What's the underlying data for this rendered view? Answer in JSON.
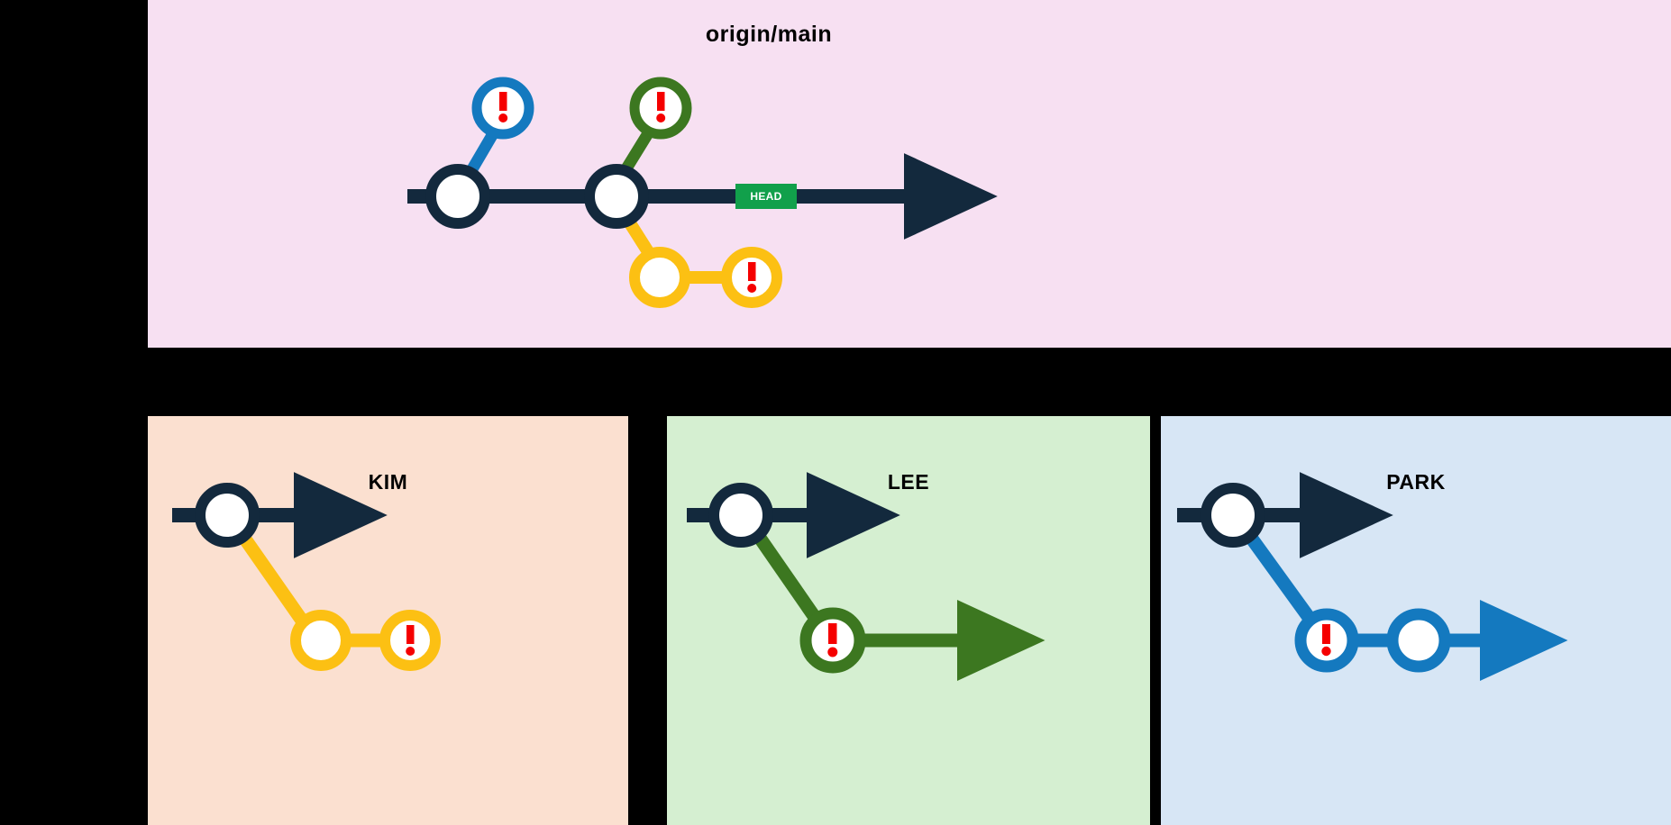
{
  "diagram": {
    "type": "git-branch-diagram",
    "background_color": "#000000",
    "panels": [
      {
        "id": "remote",
        "title": "origin/main",
        "background_color": "#f7e0f2",
        "role": "remote-repository",
        "nodes": [
          {
            "id": "r1",
            "kind": "commit",
            "color": "#13293d",
            "label": ""
          },
          {
            "id": "r2",
            "kind": "commit",
            "color": "#13293d",
            "label": "HEAD",
            "badge_color": "#11a04b"
          },
          {
            "id": "r3",
            "kind": "conflict",
            "color": "#1479bf",
            "label": "!"
          },
          {
            "id": "r4",
            "kind": "conflict",
            "color": "#3c7720",
            "label": "!"
          },
          {
            "id": "r5",
            "kind": "commit",
            "color": "#fcc013",
            "label": ""
          },
          {
            "id": "r6",
            "kind": "conflict",
            "color": "#fcc013",
            "label": "!"
          }
        ]
      },
      {
        "id": "kim",
        "title": "KIM",
        "background_color": "#fbe0d0",
        "accent_color": "#fcc013",
        "nodes": [
          {
            "id": "k1",
            "kind": "commit",
            "color": "#13293d",
            "label": ""
          },
          {
            "id": "k2",
            "kind": "commit",
            "color": "#fcc013",
            "label": ""
          },
          {
            "id": "k3",
            "kind": "conflict",
            "color": "#fcc013",
            "label": "!"
          }
        ]
      },
      {
        "id": "lee",
        "title": "LEE",
        "background_color": "#d5efd1",
        "accent_color": "#3c7720",
        "nodes": [
          {
            "id": "l1",
            "kind": "commit",
            "color": "#13293d",
            "label": ""
          },
          {
            "id": "l2",
            "kind": "conflict",
            "color": "#3c7720",
            "label": "!"
          }
        ]
      },
      {
        "id": "park",
        "title": "PARK",
        "background_color": "#d7e6f5",
        "accent_color": "#1479bf",
        "nodes": [
          {
            "id": "p1",
            "kind": "commit",
            "color": "#13293d",
            "label": ""
          },
          {
            "id": "p2",
            "kind": "conflict",
            "color": "#1479bf",
            "label": "!"
          },
          {
            "id": "p3",
            "kind": "commit",
            "color": "#1479bf",
            "label": ""
          }
        ]
      }
    ],
    "labels": {
      "head_badge": "HEAD",
      "conflict_glyph": "!"
    },
    "colors": {
      "main_branch": "#13293d",
      "kim_branch": "#fcc013",
      "lee_branch": "#3c7720",
      "park_branch": "#1479bf",
      "head_badge": "#11a04b",
      "conflict_mark": "#f50000",
      "node_fill": "#ffffff",
      "frame": "#000000"
    }
  }
}
